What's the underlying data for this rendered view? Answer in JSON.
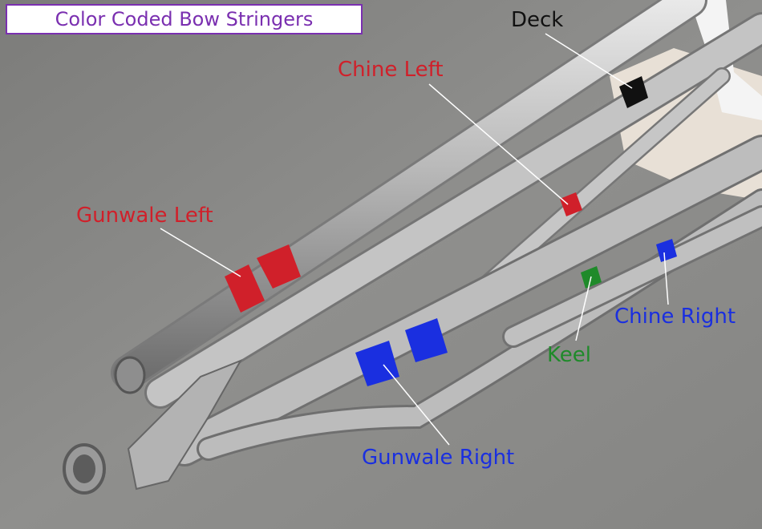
{
  "title": "Color Coded Bow Stringers",
  "labels": {
    "deck": "Deck",
    "chine_left": "Chine Left",
    "gunwale_left": "Gunwale Left",
    "gunwale_right": "Gunwale Right",
    "keel": "Keel",
    "chine_right": "Chine Right"
  },
  "colors": {
    "title": "#7a2fb0",
    "deck": "#111111",
    "red": "#d0202a",
    "blue": "#1a2fe0",
    "green": "#1f8a2a"
  }
}
